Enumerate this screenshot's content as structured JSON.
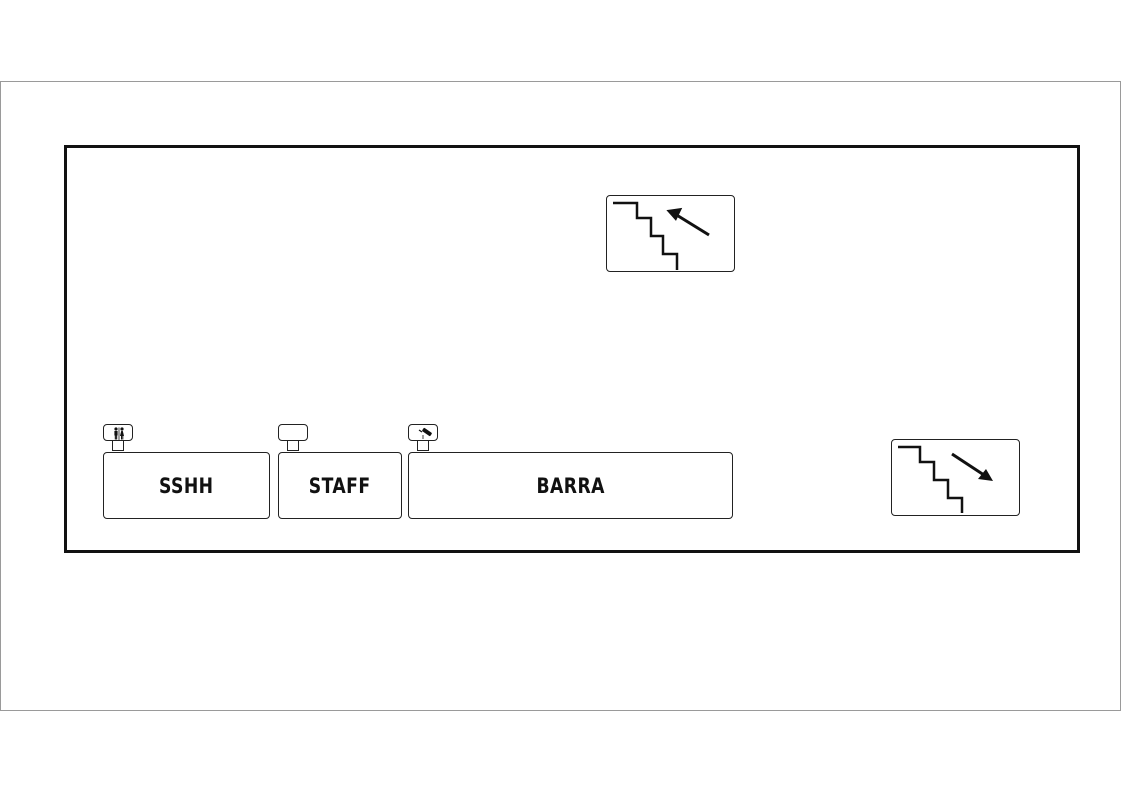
{
  "plan": {
    "rooms": [
      {
        "id": "sshh",
        "label": "SSHH",
        "icon": "restroom-icon"
      },
      {
        "id": "staff",
        "label": "STAFF",
        "icon": "blank-tag"
      },
      {
        "id": "barra",
        "label": "BARRA",
        "icon": "bottle-pour-icon"
      }
    ],
    "stairs": [
      {
        "id": "up",
        "direction": "up",
        "icon": "stairs-up-icon"
      },
      {
        "id": "down",
        "direction": "down",
        "icon": "stairs-down-icon"
      }
    ]
  },
  "colors": {
    "stroke": "#111111",
    "background": "#ffffff",
    "sheet_border": "#9a9a9a"
  }
}
